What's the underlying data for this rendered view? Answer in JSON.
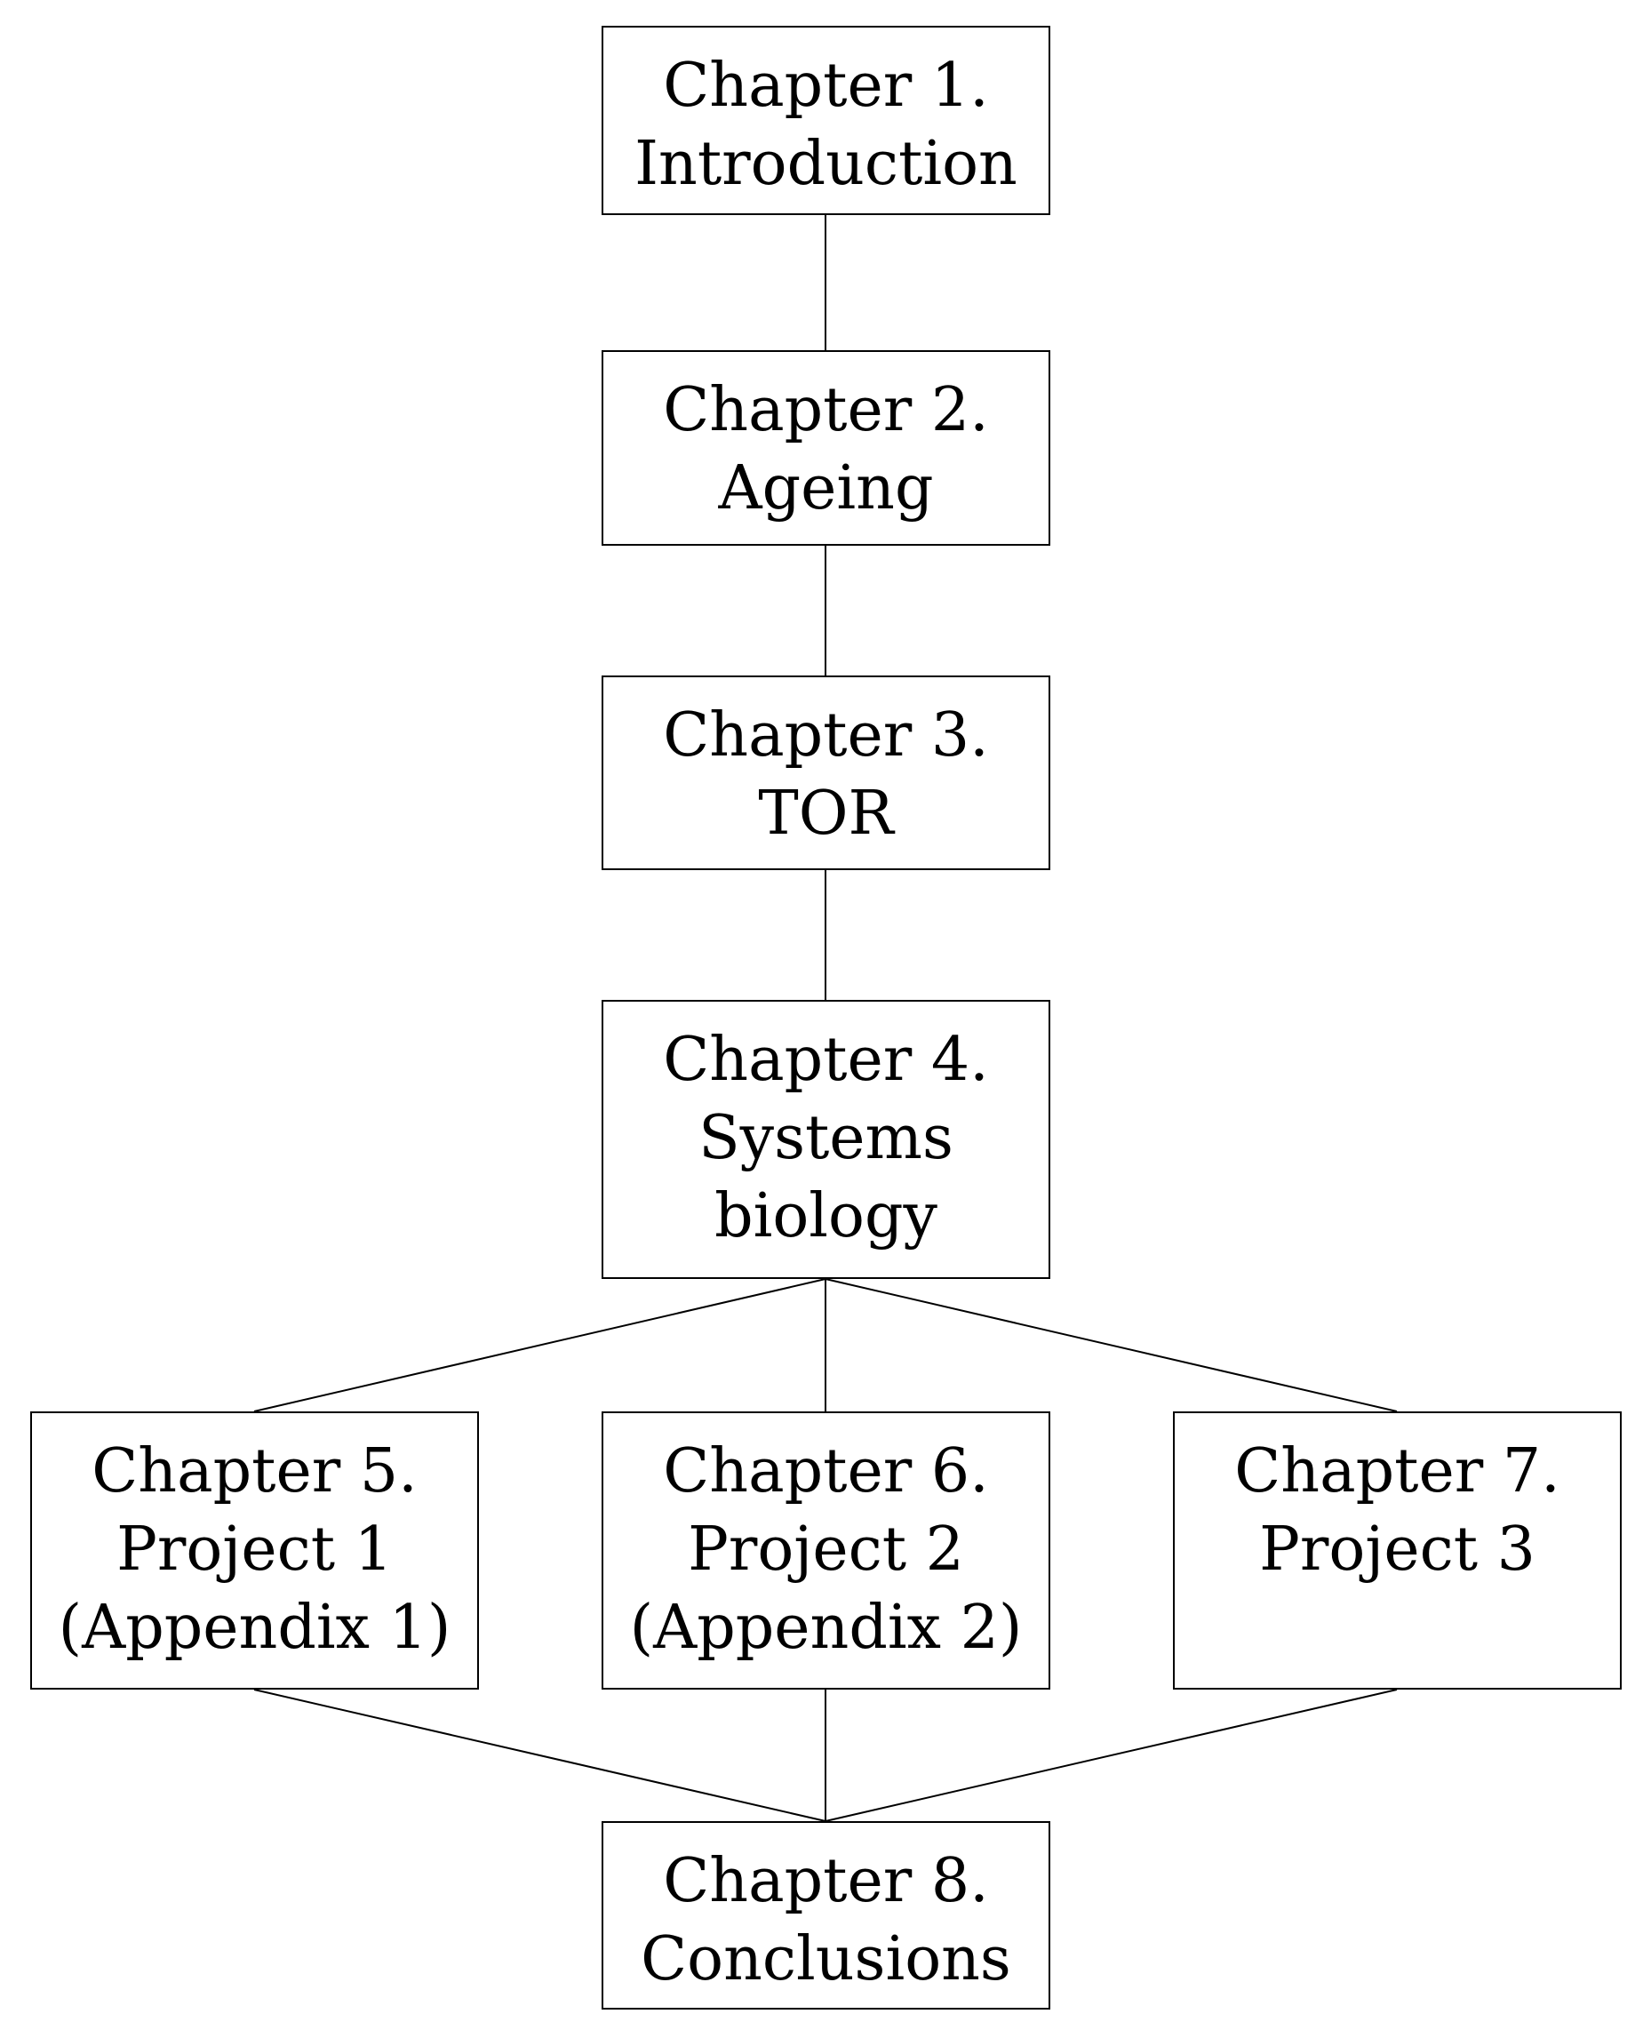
{
  "diagram": {
    "boxes": [
      {
        "id": "chapter-1",
        "lines": [
          "Chapter 1.",
          "Introduction"
        ]
      },
      {
        "id": "chapter-2",
        "lines": [
          "Chapter 2.",
          "Ageing"
        ]
      },
      {
        "id": "chapter-3",
        "lines": [
          "Chapter 3.",
          "TOR"
        ]
      },
      {
        "id": "chapter-4",
        "lines": [
          "Chapter 4.",
          "Systems",
          "biology"
        ]
      },
      {
        "id": "chapter-5",
        "lines": [
          "Chapter 5.",
          "Project 1",
          "(Appendix 1)"
        ]
      },
      {
        "id": "chapter-6",
        "lines": [
          "Chapter 6.",
          "Project 2",
          "(Appendix 2)"
        ]
      },
      {
        "id": "chapter-7",
        "lines": [
          "Chapter 7.",
          "Project 3"
        ]
      },
      {
        "id": "chapter-8",
        "lines": [
          "Chapter 8.",
          "Conclusions"
        ]
      }
    ],
    "connections": [
      {
        "from": "chapter-1",
        "to": "chapter-2"
      },
      {
        "from": "chapter-2",
        "to": "chapter-3"
      },
      {
        "from": "chapter-3",
        "to": "chapter-4"
      },
      {
        "from": "chapter-4",
        "to": "chapter-5"
      },
      {
        "from": "chapter-4",
        "to": "chapter-6"
      },
      {
        "from": "chapter-4",
        "to": "chapter-7"
      },
      {
        "from": "chapter-5",
        "to": "chapter-8"
      },
      {
        "from": "chapter-6",
        "to": "chapter-8"
      },
      {
        "from": "chapter-7",
        "to": "chapter-8"
      }
    ],
    "colors": {
      "line": "#000000",
      "box_border": "#000000",
      "background": "#ffffff",
      "text": "#000000"
    }
  }
}
